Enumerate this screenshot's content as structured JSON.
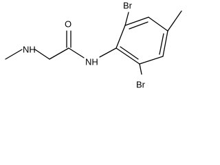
{
  "molecule": {
    "atom_labels": {
      "amine_nh": "NH",
      "carbonyl_o": "O",
      "amide_nh": "NH",
      "br_top": "Br",
      "br_bottom": "Br"
    }
  },
  "colors": {
    "bond": "#000000",
    "label": "#000000",
    "background": "#ffffff"
  }
}
